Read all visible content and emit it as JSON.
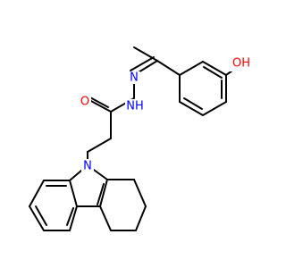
{
  "molecule": {
    "atoms": {
      "oxygen_hydroxyl": "OH",
      "oxygen_carbonyl": "O",
      "nitrogen_imine": "N",
      "nitrogen_hydrazide": "NH",
      "nitrogen_carbazole": "N"
    },
    "colors": {
      "bond": "#000000",
      "oxygen": "#ff0000",
      "nitrogen": "#0000ff"
    }
  }
}
